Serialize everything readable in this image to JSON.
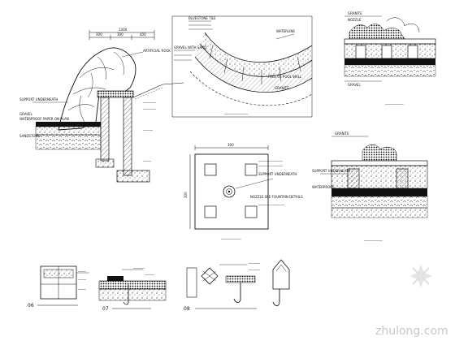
{
  "watermark": {
    "brand": "zhulong.com"
  },
  "detail_numbers": [
    "06",
    "07",
    "08"
  ],
  "dims": {
    "d1_top": "1300",
    "d1_top_a": "300",
    "d1_top_b": "300",
    "d1_top_c": "400",
    "d4_top": "300",
    "d4_side": "300"
  },
  "notes": {
    "d1_rock": "ARTIFICIAL ROCK",
    "d1_support": "SUPPORT UNDERNEATH",
    "d1_gravel": "GRAVEL",
    "d1_paper": "WATERPROOF PAPER ON PLAN",
    "d1_sand": "SANDSTONE",
    "d2_a": "BLUESTONE TILE",
    "d2_b": "GRAVEL WITH SAND",
    "d2_c": "WATERLINE",
    "d2_d": "FACE OF POOL WALL",
    "d2_e": "GRANITE",
    "d3_a": "GRANITE",
    "d3_b": "NOZZLE",
    "d3_c": "GRAVEL",
    "d4_a": "SUPPORT UNDERNEATH",
    "d4_b": "NOZZLE SEE FOUNTAIN DETAILS",
    "d5_a": "GRANITE",
    "d5_b": "SUPPORT UNDERNEATH",
    "d5_c": "WATERPROOF"
  }
}
